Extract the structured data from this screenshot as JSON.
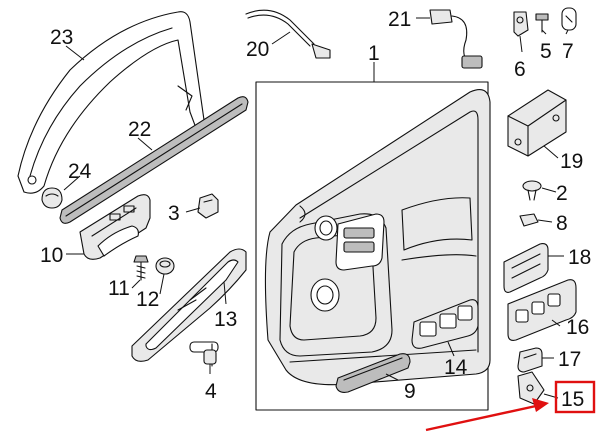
{
  "callouts": [
    {
      "id": "1",
      "text": "1"
    },
    {
      "id": "2",
      "text": "2"
    },
    {
      "id": "3",
      "text": "3"
    },
    {
      "id": "4",
      "text": "4"
    },
    {
      "id": "5",
      "text": "5"
    },
    {
      "id": "6",
      "text": "6"
    },
    {
      "id": "7",
      "text": "7"
    },
    {
      "id": "8",
      "text": "8"
    },
    {
      "id": "9",
      "text": "9"
    },
    {
      "id": "10",
      "text": "10"
    },
    {
      "id": "11",
      "text": "11"
    },
    {
      "id": "12",
      "text": "12"
    },
    {
      "id": "13",
      "text": "13"
    },
    {
      "id": "14",
      "text": "14"
    },
    {
      "id": "15",
      "text": "15"
    },
    {
      "id": "16",
      "text": "16"
    },
    {
      "id": "17",
      "text": "17"
    },
    {
      "id": "18",
      "text": "18"
    },
    {
      "id": "19",
      "text": "19"
    },
    {
      "id": "20",
      "text": "20"
    },
    {
      "id": "21",
      "text": "21"
    },
    {
      "id": "22",
      "text": "22"
    },
    {
      "id": "23",
      "text": "23"
    },
    {
      "id": "24",
      "text": "24"
    }
  ],
  "highlight": {
    "callout": "15",
    "color": "#e01010"
  }
}
